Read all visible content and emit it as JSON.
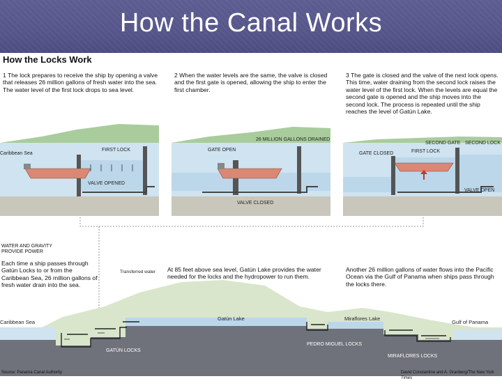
{
  "slide": {
    "title": "How the Canal Works"
  },
  "graphic": {
    "title": "How the Locks Work",
    "steps": [
      {
        "number": "1",
        "text": "The lock prepares to receive the ship by opening a valve that releases 26 million gallons of fresh water into the sea. The water level of the first lock drops to sea level."
      },
      {
        "number": "2",
        "text": "When the water levels are the same, the valve is closed and the first gate is opened, allowing the ship to enter the first chamber."
      },
      {
        "number": "3",
        "text": "The gate is closed and the valve of the next lock opens. This time, water draining from the second lock raises the water level of the first lock. When the levels are equal the second gate is opened and the ship moves into the second lock. The process is repeated until the ship reaches the level of Gatún Lake."
      }
    ],
    "panel1_labels": {
      "sea": "Caribbean Sea",
      "first_lock": "FIRST LOCK",
      "valve": "VALVE OPENED"
    },
    "panel2_labels": {
      "gate": "GATE OPEN",
      "drained": "26 MILLION GALLONS DRAINED",
      "valve": "VALVE CLOSED"
    },
    "panel3_labels": {
      "second_gate": "SECOND GATE",
      "second_lock": "SECOND LOCK",
      "gate_closed": "GATE CLOSED",
      "first_lock": "FIRST LOCK",
      "valve": "VALVE OPEN"
    },
    "water_gravity": {
      "heading": "WATER AND GRAVITY PROVIDE POWER",
      "text": "Each time a ship passes through Gatún Locks to or from the Caribbean Sea, 26 million gallons of fresh water drain into the sea."
    },
    "lake_text": "At 85 feet above sea level, Gatún Lake provides the water needed for the locks and the hydropower to run them.",
    "pacific_text": "Another 26 million gallons of water flows into the Pacific Ocean via the Gulf of Panama when ships pass through the locks there.",
    "profile_labels": {
      "caribbean": "Caribbean Sea",
      "transferred": "Transferred water",
      "gatun_lake": "Gatún Lake",
      "miraflores_lake": "Miraflores Lake",
      "gulf": "Gulf of Panama",
      "gatun_locks": "GATÚN LOCKS",
      "pedro_miguel": "PEDRO MIGUEL LOCKS",
      "miraflores_locks": "MIRAFLORES LOCKS"
    },
    "source": "Source: Panama Canal Authority",
    "credit": "David Constantine and A. Granberg/The New York Times"
  },
  "colors": {
    "banner": "#55558a",
    "water": "#cfe3f0",
    "water_lake": "#bcd7ea",
    "land": "#a9cc9c",
    "hill": "#d9e6cc",
    "concrete": "#c9c6bb",
    "ship": "#d98873",
    "seabed": "#6f727a"
  }
}
